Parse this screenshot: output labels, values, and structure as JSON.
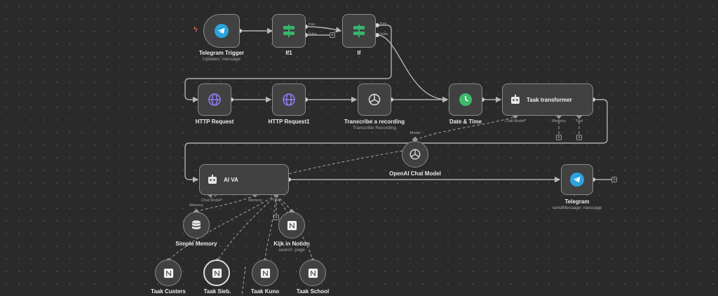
{
  "nodes": {
    "telegram_trigger": {
      "label": "Telegram Trigger",
      "subtitle": "Updates: message"
    },
    "if1": {
      "label": "If1",
      "true": "true",
      "false": "false"
    },
    "if": {
      "label": "If",
      "true": "true",
      "false": "false"
    },
    "http_request": {
      "label": "HTTP Request"
    },
    "http_request1": {
      "label": "HTTP Request1"
    },
    "transcribe": {
      "label": "Transcribe a recording",
      "subtitle": "Transcribe Recording"
    },
    "date_time": {
      "label": "Date & Time"
    },
    "taak_transformer": {
      "label": "Taak transformer",
      "port_chat_model": "Chat Model*",
      "port_memory": "Memory",
      "port_tool": "Tool"
    },
    "openai_chat_model": {
      "label": "OpenAI Chat Model",
      "port_model": "Model"
    },
    "ai_va": {
      "label": "AI VA",
      "port_chat_model": "Chat Model*",
      "port_memory": "Memory",
      "port_tool": "Tool",
      "port_memory_left": "Memory"
    },
    "telegram": {
      "label": "Telegram",
      "subtitle": "sendMessage: message"
    },
    "simple_memory": {
      "label": "Simple Memory"
    },
    "kijk_in_notion": {
      "label": "Kijk in Notion",
      "subtitle": "search: page"
    },
    "taak_custers": {
      "label": "Taak Custers"
    },
    "taak_sieb": {
      "label": "Taak Sieb."
    },
    "taak_kuno": {
      "label": "Taak Kuno"
    },
    "taak_school": {
      "label": "Taak School"
    }
  },
  "plus_label": "+",
  "colors": {
    "canvas": "#2a2a2a",
    "node": "#414141",
    "telegram": "#2aa3df",
    "if_green": "#35b46a",
    "globe": "#8d7cf0",
    "clock_green": "#3dbb6b",
    "trigger_bolt": "#ff6d5a"
  }
}
